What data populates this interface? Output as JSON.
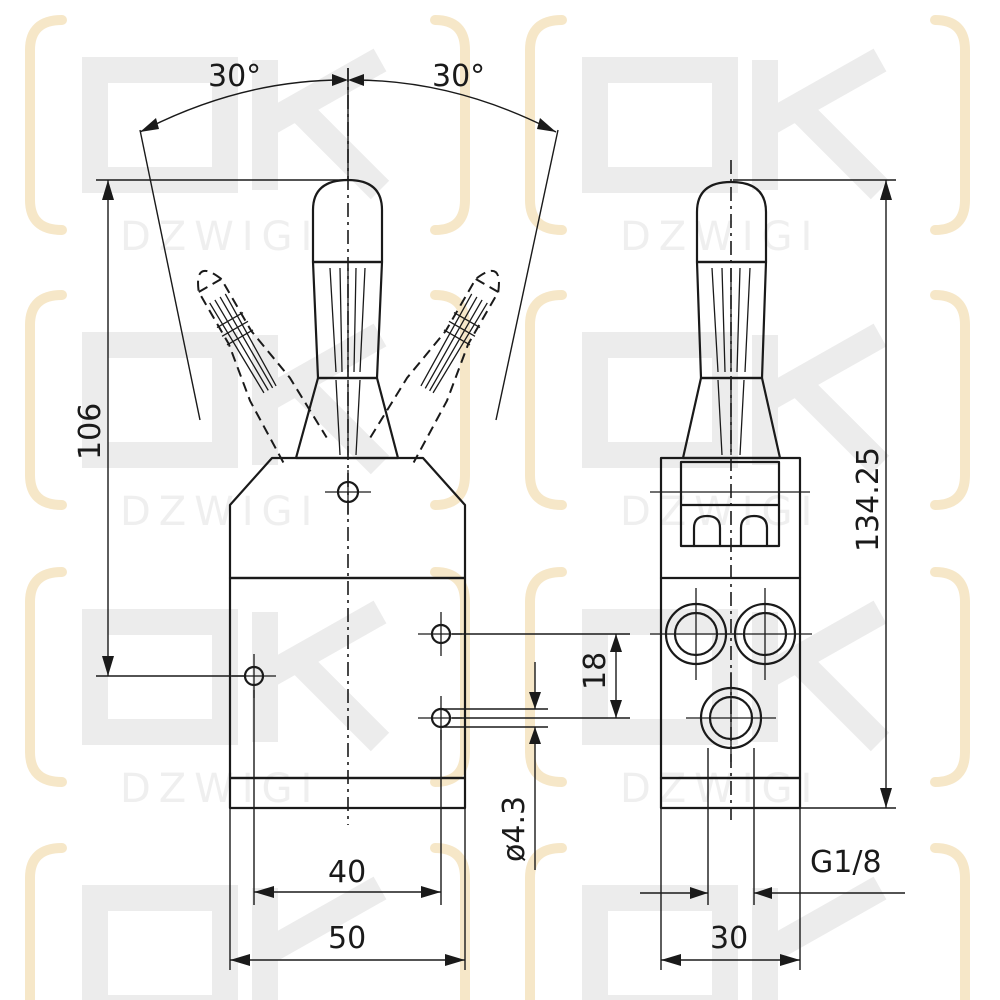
{
  "watermark": {
    "brand": "DZWIGI",
    "bracket_color": "#f6e7c8",
    "letter_color": "#ececec"
  },
  "labels": {
    "angle_left": "30°",
    "angle_right": "30°",
    "height_106": "106",
    "height_134": "134.25",
    "spacing_18": "18",
    "hole_dia": "ø4.3",
    "width_40": "40",
    "width_50": "50",
    "width_30": "30",
    "thread": "G1/8"
  }
}
